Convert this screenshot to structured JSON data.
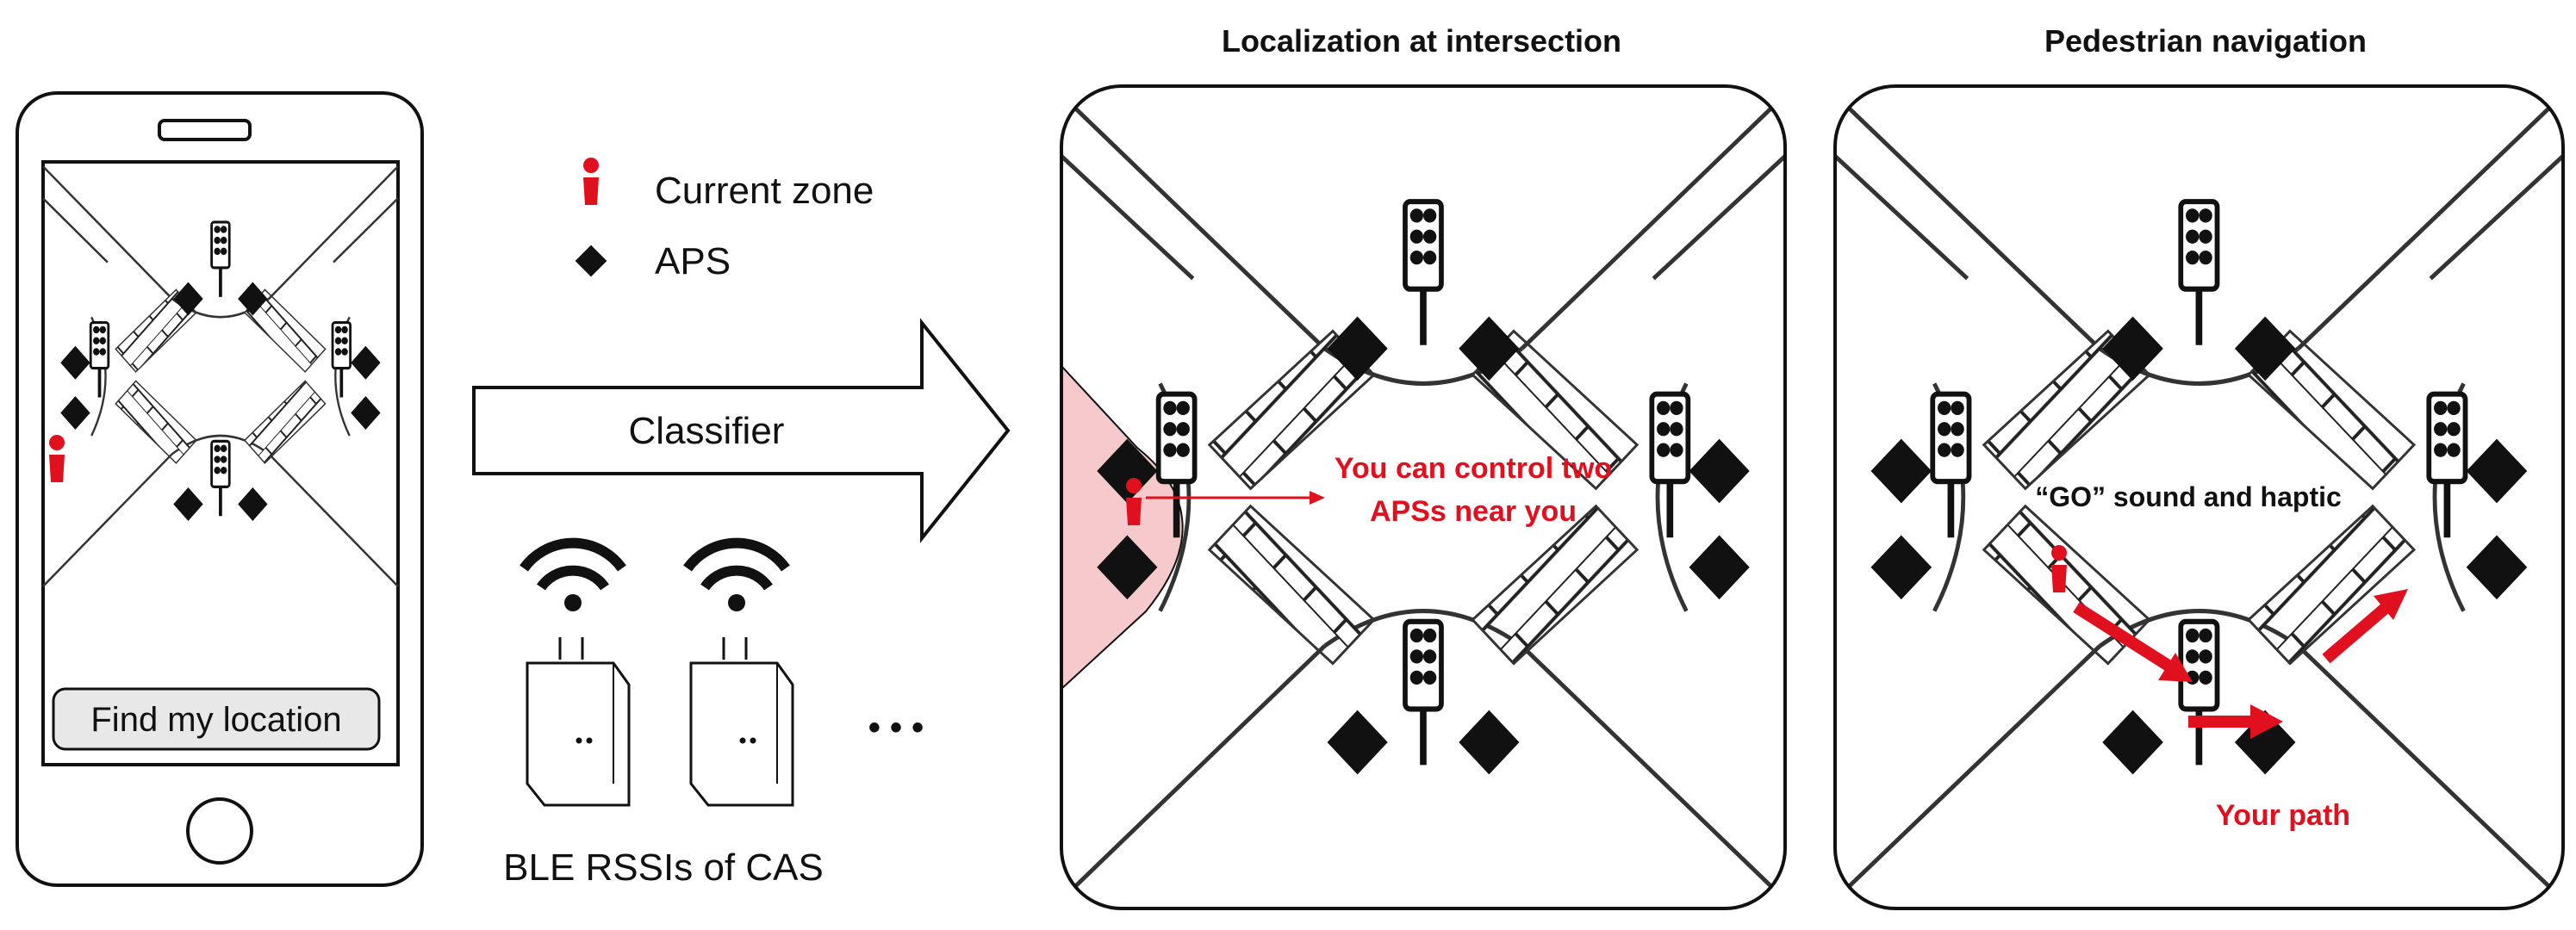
{
  "legend": {
    "current_zone": "Current zone",
    "aps": "APS"
  },
  "classifier_label": "Classifier",
  "ble_label": "BLE RSSIs of CAS",
  "ellipsis": "• • •",
  "phone": {
    "button_label": "Find my location"
  },
  "panel_localization": {
    "title": "Localization at intersection",
    "message_line1": "You can control two",
    "message_line2": "APSs near you"
  },
  "panel_navigation": {
    "title": "Pedestrian navigation",
    "cue": "“GO” sound and haptic",
    "path_label": "Your path"
  },
  "colors": {
    "accent_red": "#e0101e",
    "zone_fill": "#f6c9cc",
    "ink": "#111111"
  }
}
